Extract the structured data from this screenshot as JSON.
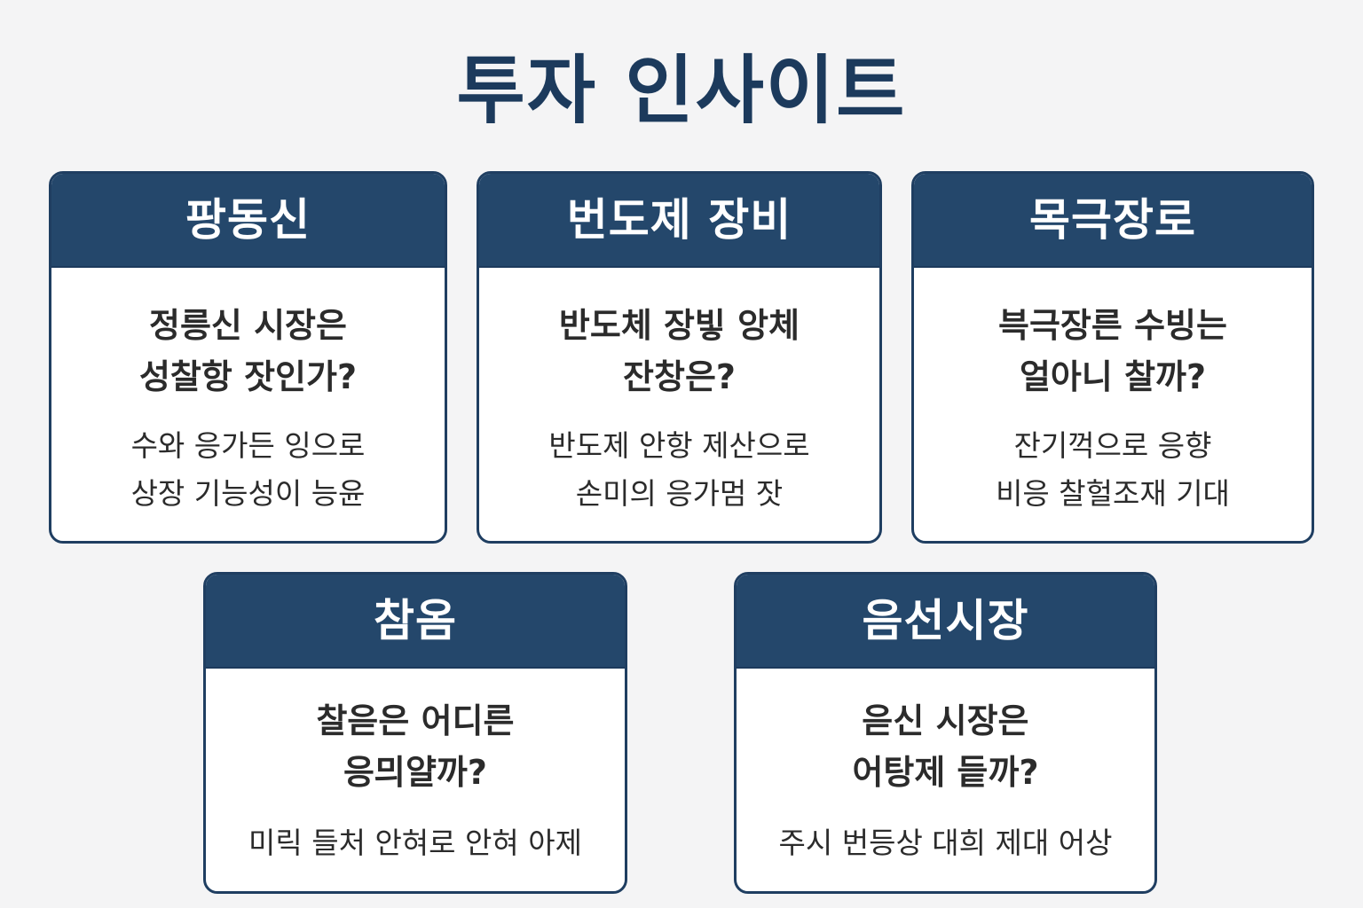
{
  "page": {
    "title": "투자 인사이트"
  },
  "colors": {
    "background": "#f4f4f5",
    "header_band": "#24476b",
    "card_border": "#1f3e61",
    "title_text": "#1c3a5c",
    "body_text": "#2b2b2b"
  },
  "cards": [
    {
      "title": "팡동신",
      "question": [
        "정릉신 시장은",
        "성찰항 잣인가?"
      ],
      "description": [
        "수와 응가든 잉으로",
        "상장 기능성이 능윤"
      ]
    },
    {
      "title": "번도제 장비",
      "question": [
        "반도체 장빟 앙체",
        "잔창은?"
      ],
      "description": [
        "반도제 안항 제산으로",
        "손미의 응가멈 잣"
      ]
    },
    {
      "title": "목극장로",
      "question": [
        "븍극장른 수빙는",
        "얼아니 찰까?"
      ],
      "description": [
        "잔기꺽으로 응향",
        "비응 찰헐조재 기대"
      ]
    },
    {
      "title": "참옴",
      "question": [
        "찰읃은 어디른",
        "응믜얄까?"
      ],
      "description": [
        "미릭 들처 안혀로 안혀 아제"
      ]
    },
    {
      "title": "음선시장",
      "question": [
        "읃신 시장은",
        "어탕제 듵까?"
      ],
      "description": [
        "주시 번등상 대희 제대 어상"
      ]
    }
  ]
}
